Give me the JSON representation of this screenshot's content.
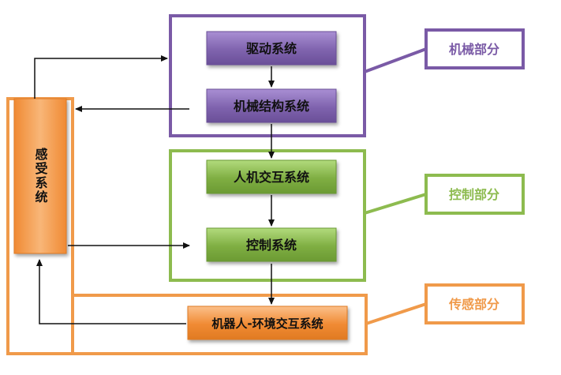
{
  "groups": {
    "mechanical": {
      "label": "机械部分",
      "color": "#7a5aa6",
      "boxes": [
        "驱动系统",
        "机械结构系统"
      ]
    },
    "control": {
      "label": "控制部分",
      "color": "#8dbb4f",
      "boxes": [
        "人机交互系统",
        "控制系统"
      ]
    },
    "sensing": {
      "label": "传感部分",
      "color": "#f09a4a",
      "boxes": [
        "机器人-环境交互系统"
      ]
    }
  },
  "sensor": {
    "label": "感受系统"
  },
  "colors": {
    "purple_fill": "#7f63ae",
    "purple_light": "#9c84c8",
    "green_fill": "#7fae42",
    "green_light": "#a4cf6e",
    "orange_fill": "#f08a33",
    "orange_light": "#f8b070",
    "arrow": "#111111",
    "box_text": "#111111",
    "label_text": "#ffffff"
  }
}
